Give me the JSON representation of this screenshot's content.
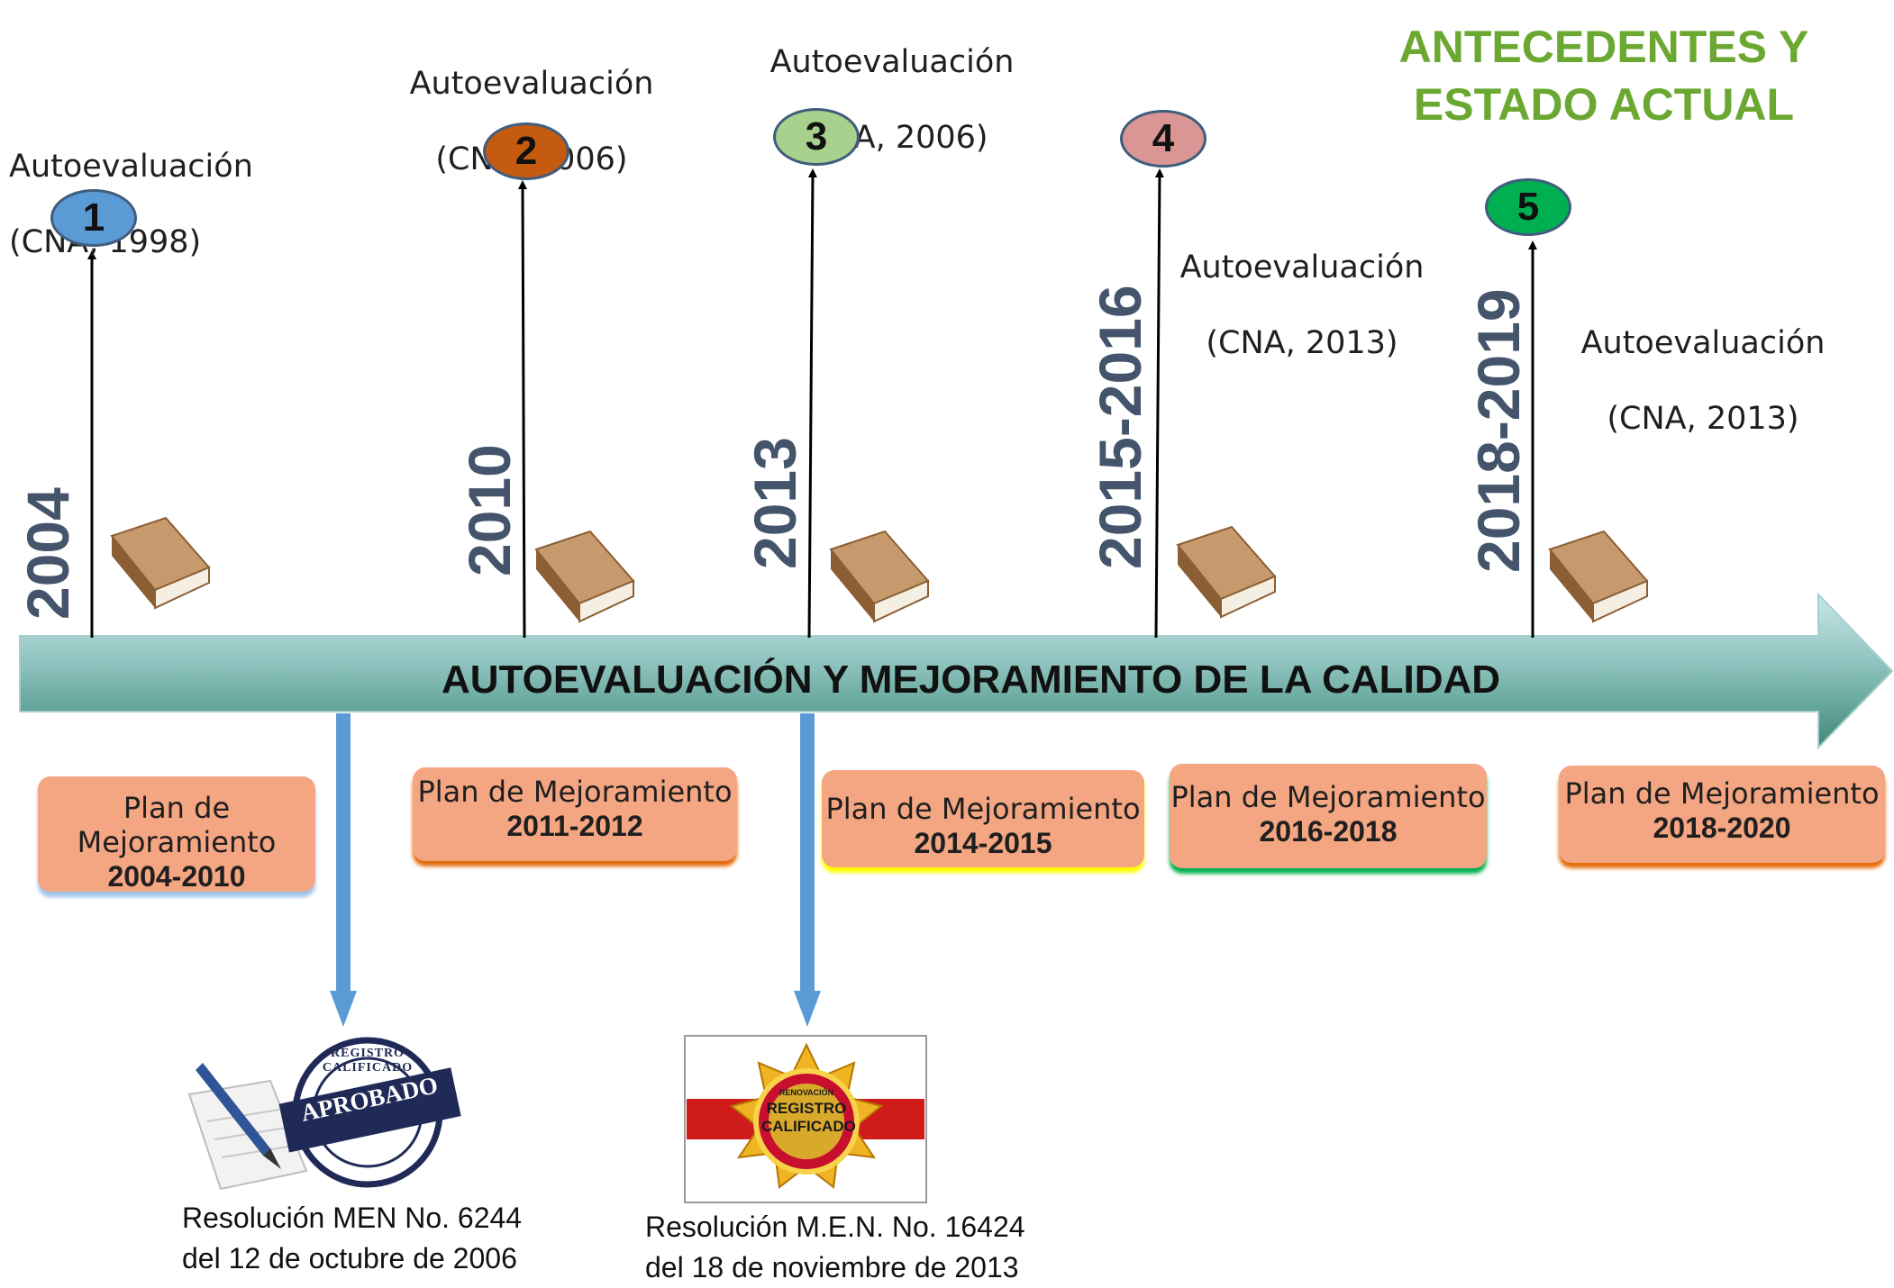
{
  "title": "ANTECEDENTES Y ESTADO ACTUAL",
  "main_arrow_label": "AUTOEVALUACIÓN   Y   MEJORAMIENTO DE LA CALIDAD",
  "milestones": [
    {
      "number": "1",
      "year": "2004",
      "caption_line1": "Autoevaluación",
      "caption_line2": "(CNA, 1998)",
      "badge_color": "#5b9bd5"
    },
    {
      "number": "2",
      "year": "2010",
      "caption_line1": "Autoevaluación",
      "caption_line2": "(CNA, 2006)",
      "badge_color": "#c55a11"
    },
    {
      "number": "3",
      "year": "2013",
      "caption_line1": "Autoevaluación",
      "caption_line2": "(CNA, 2006)",
      "badge_color": "#a9d18e"
    },
    {
      "number": "4",
      "year": "2015-2016",
      "caption_line1": "Autoevaluación",
      "caption_line2": "(CNA, 2013)",
      "badge_color": "#d99694"
    },
    {
      "number": "5",
      "year": "2018-2019",
      "caption_line1": "Autoevaluación",
      "caption_line2": "(CNA, 2013)",
      "badge_color": "#00b050"
    }
  ],
  "plans": [
    {
      "label": "Plan de Mejoramiento",
      "dates": "2004-2010",
      "glow": "#9dc3e6"
    },
    {
      "label": "Plan de Mejoramiento",
      "dates": "2011-2012",
      "glow": "#e46c0a"
    },
    {
      "label": "Plan de Mejoramiento",
      "dates": "2014-2015",
      "glow": "#ffff00"
    },
    {
      "label": "Plan de Mejoramiento",
      "dates": "2016-2018",
      "glow": "#00b050"
    },
    {
      "label": "Plan de Mejoramiento",
      "dates": "2018-2020",
      "glow": "#e46c0a"
    }
  ],
  "resolutions": [
    {
      "line1": "Resolución MEN No. 6244",
      "line2": "del 12 de octubre de 2006",
      "stamp_text": "APROBADO",
      "stamp_ring": "REGISTRO CALIFICADO"
    },
    {
      "line1": "Resolución M.E.N. No. 16424",
      "line2": "del 18 de noviembre de 2013",
      "seal_small": "RENOVACIÓN",
      "seal_line1": "REGISTRO",
      "seal_line2": "CALIFICADO"
    }
  ],
  "icons": {
    "book": "book-icon",
    "pen": "pen-icon",
    "stamp": "approved-stamp-icon",
    "seal": "gold-seal-icon"
  }
}
